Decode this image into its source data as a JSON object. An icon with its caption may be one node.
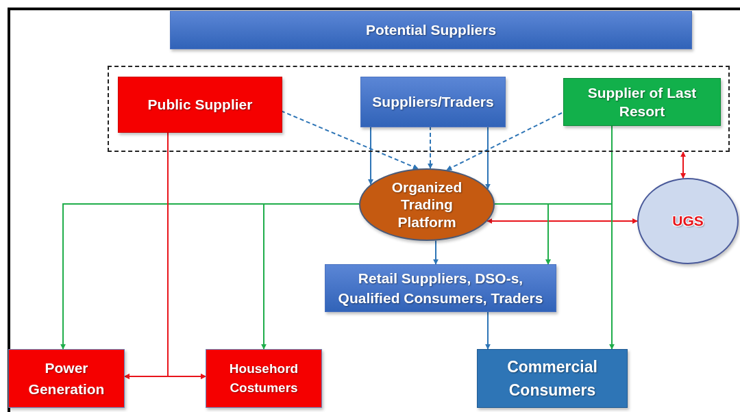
{
  "diagram": {
    "nodes": [
      {
        "text": [
          "Potential Suppliers"
        ]
      },
      {
        "text": [],
        "shape": "box"
      },
      {
        "text": [
          "Public Supplier"
        ],
        "in": 1
      },
      {
        "text": [
          "Suppliers/Traders"
        ],
        "in": 1
      },
      {
        "text": [
          "Supplier of Last Resort"
        ],
        "in": 1
      },
      {
        "text": [
          "Organized Trading Platform"
        ]
      },
      {
        "text": [
          "UGS"
        ]
      },
      {
        "text": [
          "Retail Suppliers, DSO-s, Qualified Consumers, Traders"
        ]
      },
      {
        "text": [
          "Power Generation"
        ]
      },
      {
        "text": [
          "Househord Costumers"
        ]
      },
      {
        "text": [
          "Commercial Consumers"
        ]
      }
    ],
    "edges": [
      {
        "from": 2,
        "to": 5,
        "arrow": "to",
        "style": "dashed"
      },
      {
        "from": 3,
        "to": 5,
        "arrow": "to"
      },
      {
        "from": 3,
        "to": 5,
        "arrow": "to",
        "style": "dashed"
      },
      {
        "from": 3,
        "to": 5,
        "arrow": "to"
      },
      {
        "from": 4,
        "to": 5,
        "arrow": "to",
        "style": "dashed"
      },
      {
        "from": 1,
        "to": 6,
        "arrow": "both",
        "color": "#e8141b"
      },
      {
        "from": 5,
        "to": 6,
        "arrow": "both",
        "color": "#e8141b"
      },
      {
        "from": 5,
        "to": 8,
        "arrow": "to",
        "color": "#1fad4a"
      },
      {
        "from": 5,
        "to": 9,
        "arrow": "to",
        "color": "#1fad4a"
      },
      {
        "from": 5,
        "to": 7,
        "arrow": "to",
        "color": "#1fad4a"
      },
      {
        "from": 4,
        "to": 7,
        "arrow": "to",
        "color": "#1fad4a"
      },
      {
        "from": 4,
        "to": 10,
        "arrow": "to",
        "color": "#1fad4a"
      },
      {
        "from": 5,
        "to": 7,
        "arrow": "to"
      },
      {
        "from": 7,
        "to": 10,
        "arrow": "to"
      },
      {
        "from": 2,
        "to": 8,
        "arrow": "to",
        "color": "#e8141b"
      },
      {
        "from": 2,
        "to": 9,
        "arrow": "to",
        "color": "#e8141b"
      },
      {
        "from": 8,
        "to": 9,
        "arrow": "both",
        "color": "#e8141b"
      }
    ]
  }
}
